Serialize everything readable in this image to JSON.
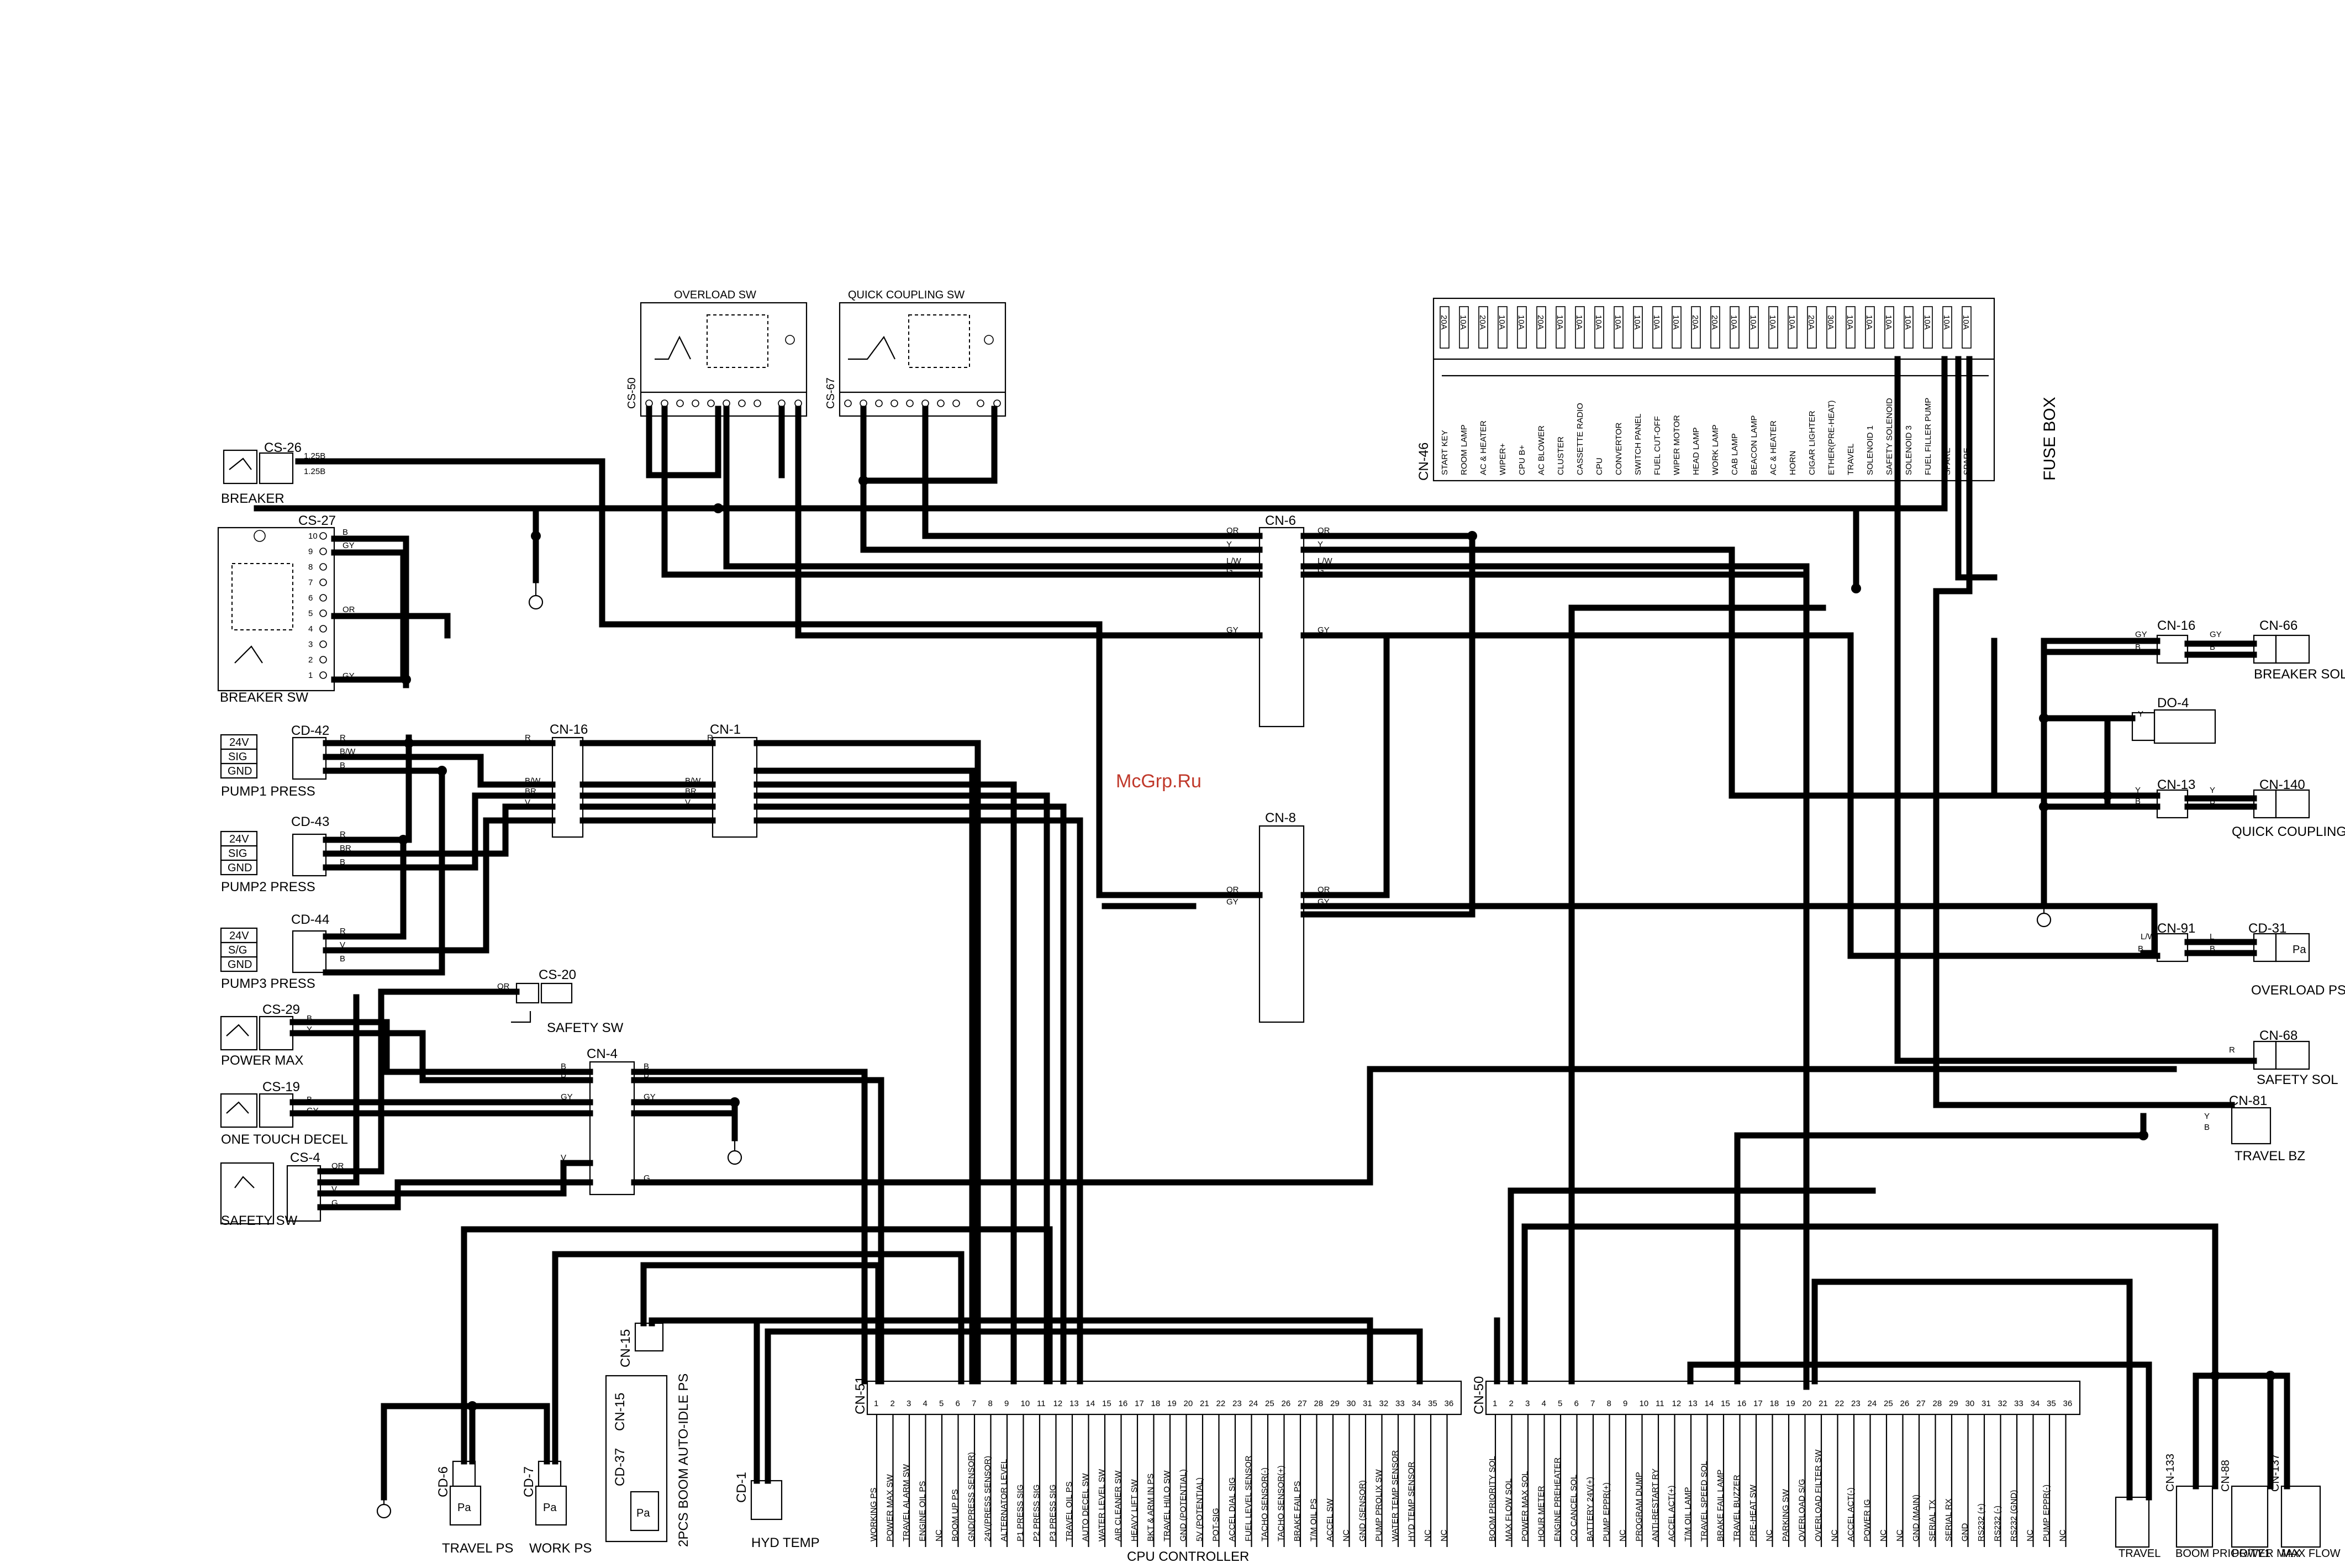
{
  "components": {
    "overload_sw": "OVERLOAD SW",
    "quick_coupling_sw": "QUICK COUPLING SW",
    "fuse_box": "FUSE BOX",
    "breaker": "BREAKER",
    "breaker_sw": "BREAKER SW",
    "pump1_press": "PUMP1 PRESS",
    "pump2_press": "PUMP2 PRESS",
    "pump3_press": "PUMP3 PRESS",
    "safety_sw_cs20": "SAFETY SW",
    "power_max": "POWER MAX",
    "one_touch_decel": "ONE TOUCH DECEL",
    "safety_sw_cs4": "SAFETY SW",
    "breaker_sol": "BREAKER SOL",
    "quick_coupling": "QUICK COUPLING",
    "overload_ps": "OVERLOAD PS",
    "safety_sol": "SAFETY SOL",
    "travel_bz": "TRAVEL BZ",
    "travel_ps": "TRAVEL PS",
    "work_ps": "WORK PS",
    "boom_auto_idle_ps": "2PCS BOOM AUTO-IDLE PS",
    "hyd_temp": "HYD TEMP",
    "cpu_controller": "CPU CONTROLLER",
    "travel_sol": "TRAVEL",
    "boom_priority": "BOOM PRIOR/TY1",
    "power_max_sol": "POWER MAX",
    "max_flow": "MAX FLOW",
    "watermark": "McGrp.Ru"
  },
  "connectors": {
    "cs50": "CS-50",
    "cs67": "CS-67",
    "cn46": "CN-46",
    "cs26": "CS-26",
    "cs27": "CS-27",
    "cd42": "CD-42",
    "cd43": "CD-43",
    "cd44": "CD-44",
    "cn16a": "CN-16",
    "cn1": "CN-1",
    "cn6": "CN-6",
    "cn8": "CN-8",
    "cs20": "CS-20",
    "cs29": "CS-29",
    "cs19": "CS-19",
    "cs4": "CS-4",
    "cn4": "CN-4",
    "cn16b": "CN-16",
    "cn66": "CN-66",
    "do4": "DO-4",
    "cn13": "CN-13",
    "cn140": "CN-140",
    "cn91": "CN-91",
    "cd31": "CD-31",
    "cn68": "CN-68",
    "cn81": "CN-81",
    "cd6": "CD-6",
    "cd7": "CD-7",
    "cn15": "CN-15",
    "cn15b": "CN-15",
    "cd37": "CD-37",
    "cd1": "CD-1",
    "cn51": "CN-51",
    "cn50": "CN-50",
    "cn133": "CN-133",
    "cn88": "CN-88",
    "cn137": "CN-137"
  },
  "fuse_box_circuits": [
    "START KEY",
    "ROOM LAMP",
    "AC & HEATER",
    "WIPER+",
    "CPU B+",
    "AC BLOWER",
    "CLUSTER",
    "CASSETTE RADIO",
    "CPU",
    "CONVERTOR",
    "SWITCH PANEL",
    "FUEL CUT-OFF",
    "WIPER MOTOR",
    "HEAD LAMP",
    "WORK LAMP",
    "CAB LAMP",
    "BEACON LAMP",
    "AC & HEATER",
    "HORN",
    "CIGAR LIGHTER",
    "ETHER(PRE-HEAT)",
    "TRAVEL",
    "SOLENOID 1",
    "SAFETY SOLENOID",
    "SOLENOID 3",
    "FUEL FILLER PUMP",
    "SPARE",
    "SPARE"
  ],
  "fuse_ratings": [
    "20A",
    "10A",
    "20A",
    "10A",
    "10A",
    "20A",
    "10A",
    "10A",
    "10A",
    "10A",
    "10A",
    "10A",
    "10A",
    "20A",
    "20A",
    "10A",
    "10A",
    "10A",
    "10A",
    "20A",
    "30A",
    "10A",
    "10A",
    "10A",
    "10A",
    "10A",
    "10A",
    "10A"
  ],
  "cn51_pins": [
    "WORKING PS",
    "POWER MAX SW",
    "TRAVEL ALARM SW",
    "ENGINE OIL PS",
    "NC",
    "BOOM UP PS",
    "GND(PRESS SENSOR)",
    "24V(PRESS SENSOR)",
    "ALTERNATOR LEVEL",
    "P1 PRESS SIG",
    "P2 PRESS SIG",
    "P3 PRESS SIG",
    "TRAVEL OIL PS",
    "AUTO DECEL SW",
    "WATER LEVEL SW",
    "AIR CLEANER SW",
    "HEAVY LIFT SW",
    "BKT & ARM IN PS",
    "TRAVEL HI/LO SW",
    "GND (POTENTIAL)",
    "5V (POTENTIAL)",
    "POT-SIG",
    "ACCEL DIAL SIG",
    "FUEL LEVEL SENSOR",
    "TACHO SENSOR(-)",
    "TACHO SENSOR(+)",
    "BRAKE FAIL PS",
    "T/M OIL PS",
    "ACCEL SW",
    "NC",
    "GND (SENSOR)",
    "PUMP PROLIX SW",
    "WATER TEMP SENSOR",
    "HYD TEMP SENSOR",
    "NC",
    "NC"
  ],
  "cn50_pins": [
    "BOOM PRIORITY SOL",
    "MAX FLOW SOL",
    "POWER MAX SOL",
    "HOUR METER",
    "ENGINE PREHEATER",
    "CO CANCEL SOL",
    "BATTERY 24V(+)",
    "PUMP EPPR(+)",
    "NC",
    "PROGRAM DUMP",
    "ANTI-RESTART RY",
    "ACCEL ACT(+)",
    "T/M OIL LAMP",
    "TRAVEL SPEED SOL",
    "BRAKE FAIL LAMP",
    "TRAVEL BUZZER",
    "PRE-HEAT SW",
    "NC",
    "PARKING SW",
    "OVERLOAD S/G",
    "OVERLOAD FILTER SW",
    "NC",
    "ACCEL ACT(-)",
    "POWER IG",
    "NC",
    "NC",
    "GND (MAIN)",
    "SERIAL TX",
    "SERIAL RX",
    "GND",
    "RS232 (+)",
    "RS232 (-)",
    "RS232 (GND)",
    "NC",
    "PUMP EPPR(-)",
    "NC"
  ],
  "sensor_pins": {
    "v24": "24V",
    "sig": "SIG",
    "gnd": "GND",
    "sig2": "S/G",
    "pa": "Pa"
  }
}
